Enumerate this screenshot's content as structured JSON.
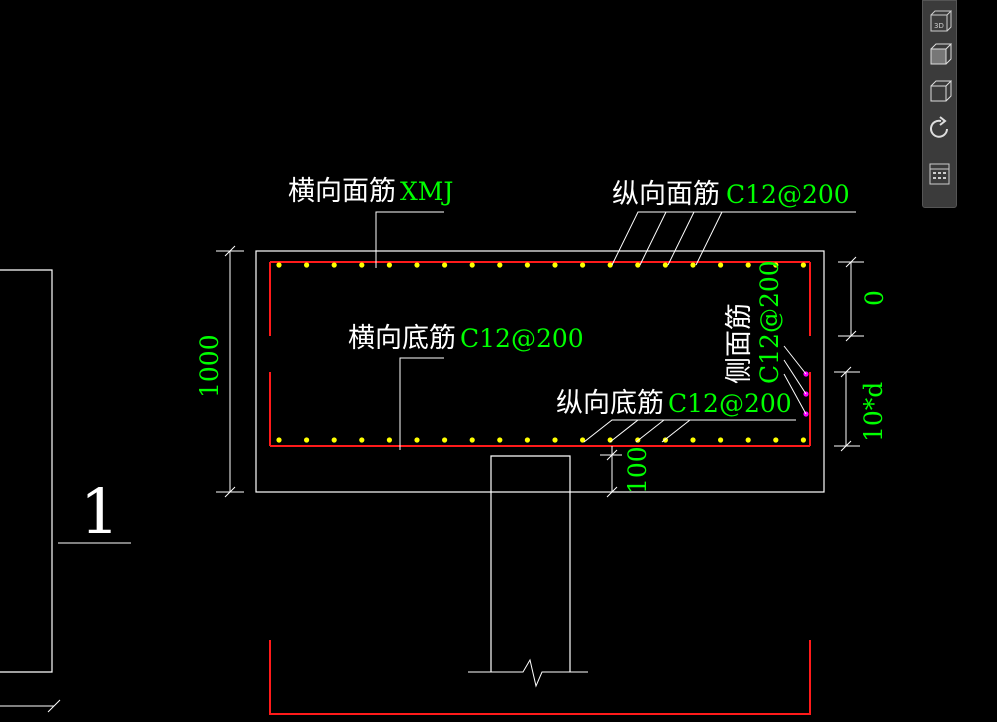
{
  "labels": {
    "transverse_top": {
      "cn": "横向面筋",
      "code": "XMJ"
    },
    "longitudinal_top": {
      "cn": "纵向面筋",
      "code": "C12@200"
    },
    "transverse_bottom": {
      "cn": "横向底筋",
      "code": "C12@200"
    },
    "longitudinal_bottom": {
      "cn": "纵向底筋",
      "code": "C12@200"
    },
    "side_face": {
      "cn": "侧面筋",
      "code": "C12@200"
    }
  },
  "dimensions": {
    "height": "1000",
    "top_offset": "0",
    "side_spacing": "10*d",
    "cover": "100"
  },
  "section_mark": "1",
  "colors": {
    "background": "#000000",
    "outline": "#ffffff",
    "rebar": "#ff1a1a",
    "rebar_dot": "#ffff00",
    "side_dot": "#ff00ff",
    "code_text": "#00ff00",
    "cn_text": "#ffffff"
  },
  "toolbar": {
    "icons": [
      "3d-view-icon",
      "box-view-icon",
      "cube-view-icon",
      "orbit-icon",
      "view-manager-icon"
    ]
  }
}
